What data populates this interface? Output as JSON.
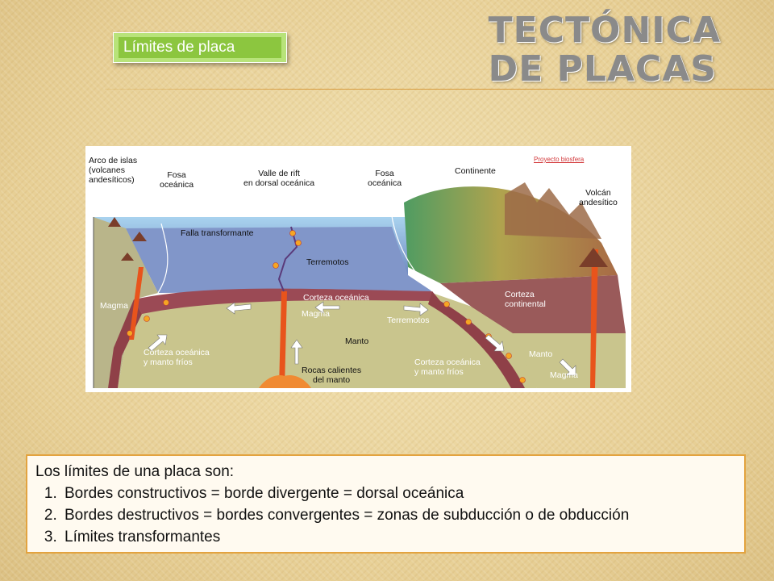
{
  "slide": {
    "title_line1": "TECTÓNICA",
    "title_line2": "DE PLACAS",
    "tag": "Límites de placa"
  },
  "diagram": {
    "credit": "Proyecto biosfera",
    "labels": {
      "arco": "Arco de islas\n(volcanes\nandesíticos)",
      "fosa1": "Fosa\noceánica",
      "valle": "Valle de rift\nen dorsal oceánica",
      "fosa2": "Fosa\noceánica",
      "continente": "Continente",
      "volcan": "Volcán\nandesítico",
      "falla": "Falla transformante",
      "terremotos1": "Terremotos",
      "corteza_oceanica": "Corteza oceánica",
      "magma_center": "Magma",
      "magma_left": "Magma",
      "corteza_continental": "Corteza\ncontinental",
      "terremotos2": "Terremotos",
      "manto_center": "Manto",
      "manto_right": "Manto",
      "corteza_frios_left": "Corteza oceánica\ny manto fríos",
      "rocas": "Rocas calientes\ndel manto",
      "corteza_frios_right": "Corteza oceánica\ny manto fríos",
      "magma_right": "Magma"
    },
    "colors": {
      "ocean": "#7f95c6",
      "sea_surface": "#9dc8e8",
      "mantle": "#c8c38a",
      "crust": "#9b4a55",
      "continental_crust": "#9a5a5a",
      "magma": "#e8541c"
    }
  },
  "textbox": {
    "intro": "Los límites de una placa son:",
    "items": [
      "Bordes constructivos = borde divergente = dorsal oceánica",
      "Bordes destructivos = bordes convergentes = zonas de subducción o de obducción",
      "Límites transformantes"
    ]
  }
}
